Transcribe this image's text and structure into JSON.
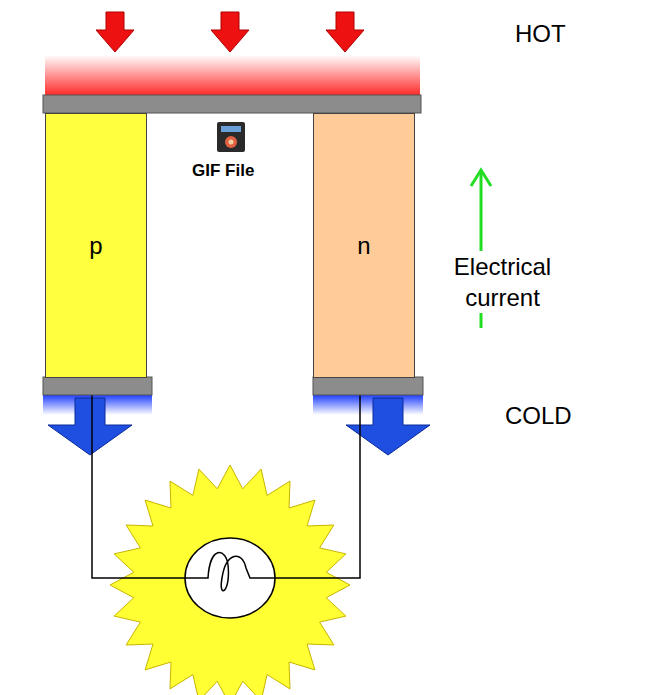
{
  "diagram": {
    "nodes": [
      {
        "text": [
          "p"
        ]
      },
      {
        "text": [
          "n"
        ]
      }
    ],
    "edges": [
      {
        "from": 0,
        "to": 1,
        "arrow": "none"
      }
    ],
    "labels": [
      "GIF File",
      "HOT",
      "Electrical current",
      "COLD"
    ]
  }
}
